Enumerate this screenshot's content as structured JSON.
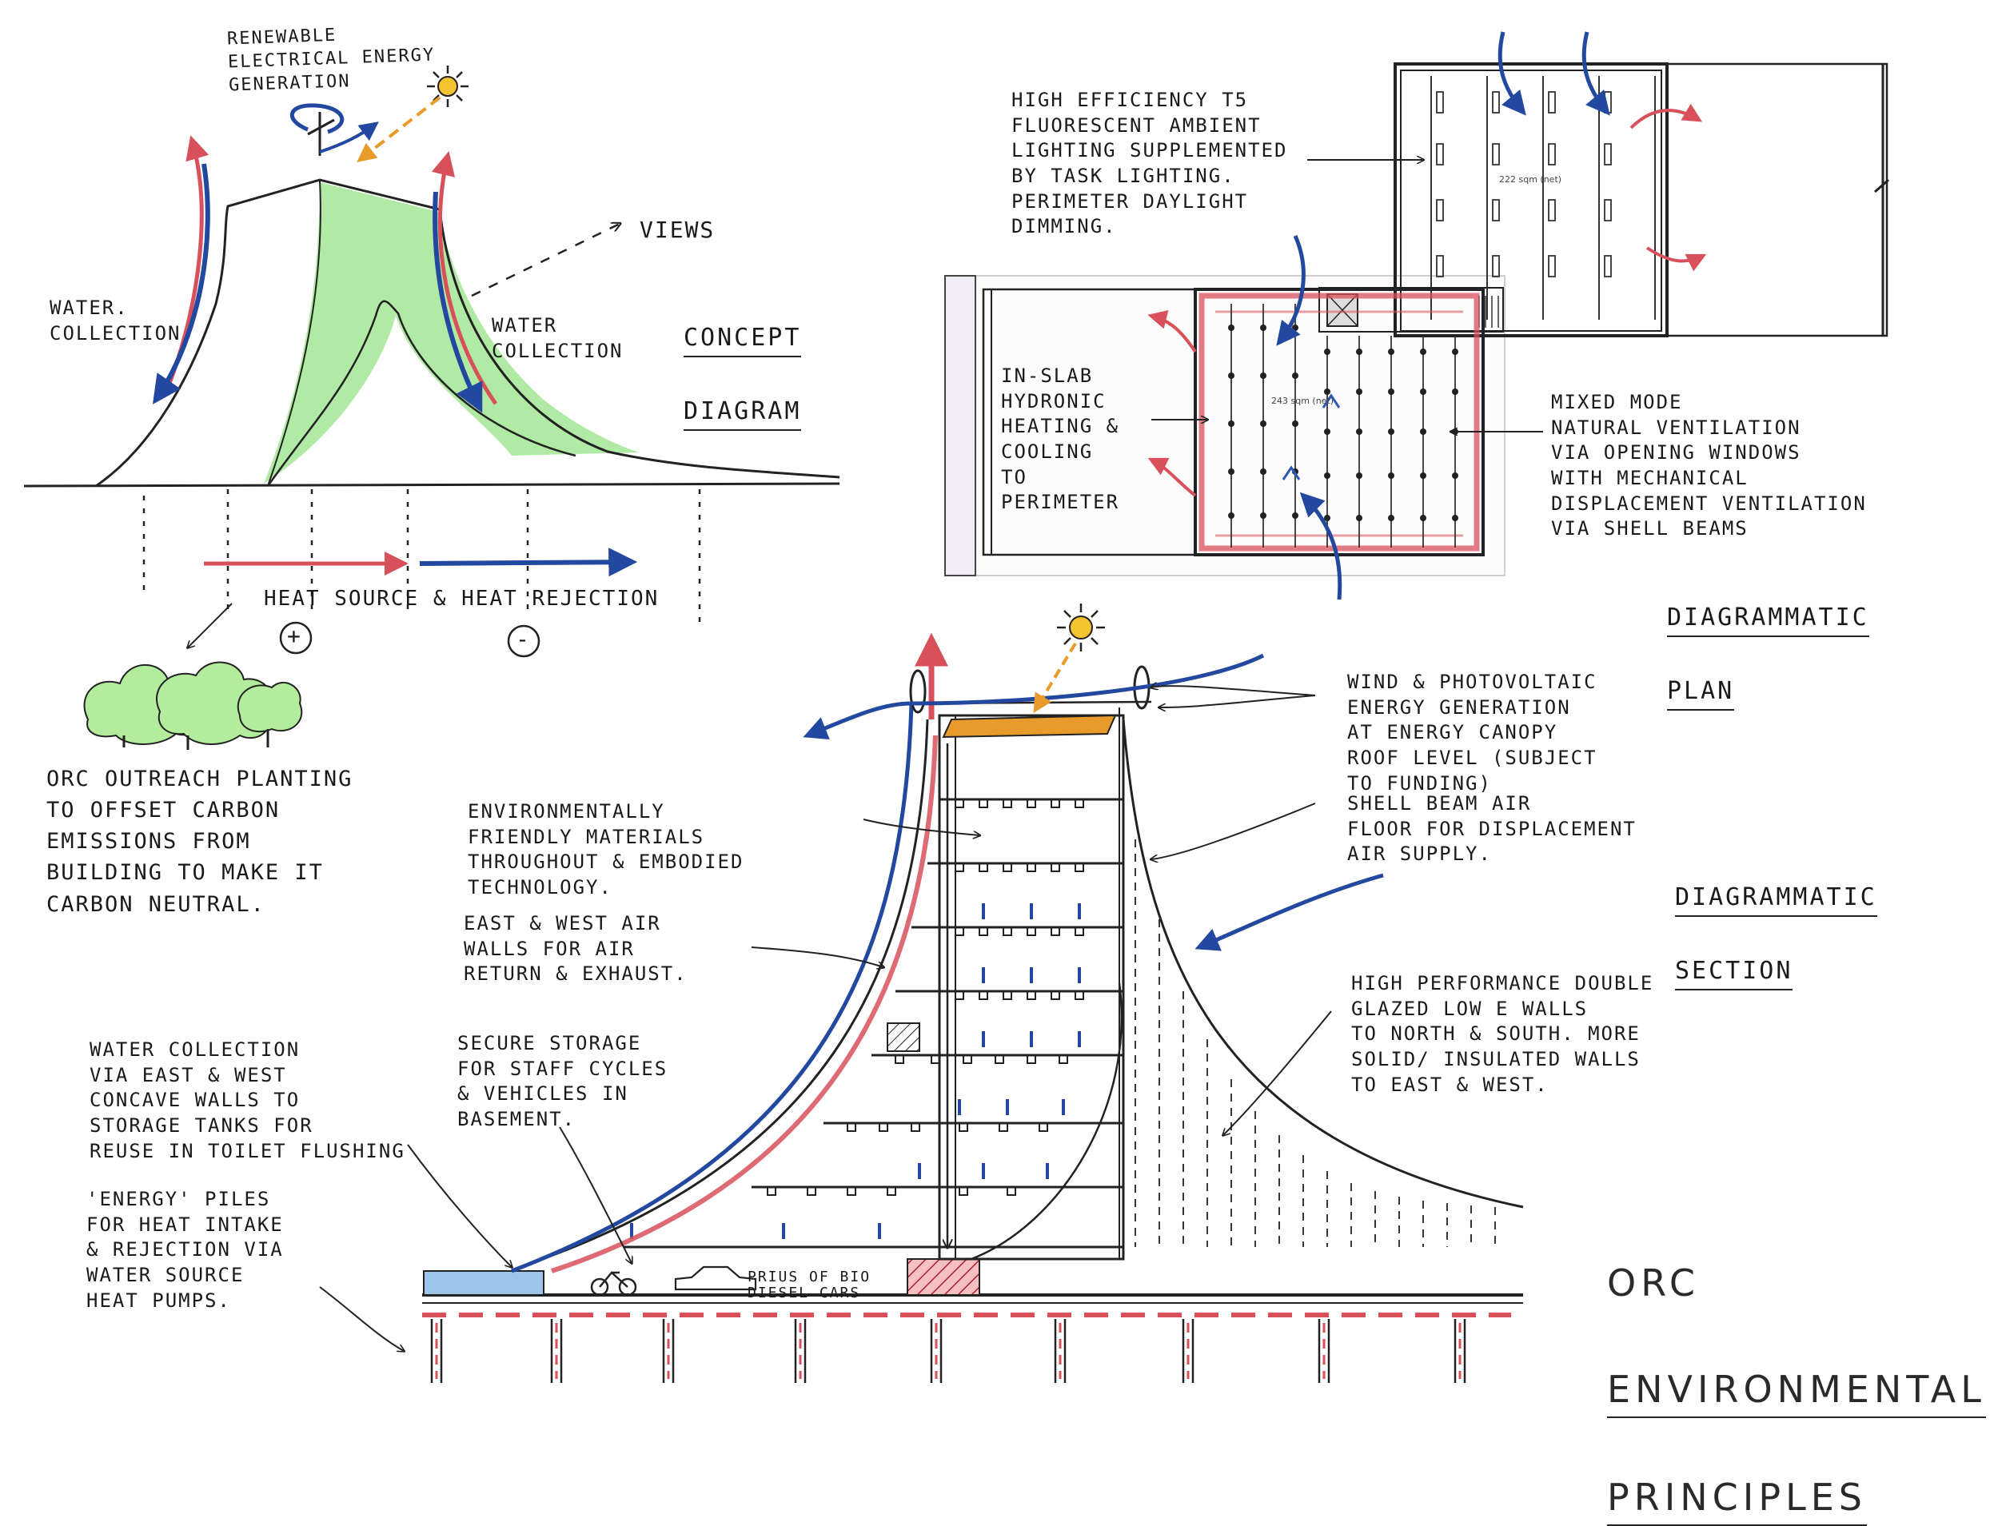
{
  "labels": {
    "renewable": "RENEWABLE\nELECTRICAL ENERGY\nGENERATION",
    "views": "VIEWS",
    "water_left": "WATER.\nCOLLECTION",
    "water_right": "WATER\nCOLLECTION",
    "concept_line1": "CONCEPT",
    "concept_line2": "DIAGRAM",
    "heat": "HEAT SOURCE & HEAT REJECTION",
    "plus": "+",
    "minus": "-",
    "outreach": "ORC OUTREACH PLANTING\nTO OFFSET CARBON\nEMISSIONS FROM\nBUILDING TO MAKE IT\nCARBON NEUTRAL.",
    "lighting": "HIGH EFFICIENCY T5\nFLUORESCENT AMBIENT\nLIGHTING SUPPLEMENTED\nBY TASK LIGHTING.\nPERIMETER DAYLIGHT\nDIMMING.",
    "hydronic": "IN-SLAB\nHYDRONIC\nHEATING &\nCOOLING\nTO\nPERIMETER",
    "mixed_mode": "MIXED MODE\nNATURAL VENTILATION\nVIA OPENING WINDOWS\nWITH MECHANICAL\nDISPLACEMENT VENTILATION\nVIA SHELL BEAMS",
    "plan_line1": "DIAGRAMMATIC",
    "plan_line2": "PLAN",
    "area_upper": "222 sqm (net)",
    "area_lower": "243 sqm (net)",
    "wind_pv": "WIND & PHOTOVOLTAIC\nENERGY GENERATION\nAT ENERGY CANOPY\nROOF LEVEL (SUBJECT\nTO FUNDING)",
    "shell_beam": "SHELL BEAM AIR\nFLOOR FOR DISPLACEMENT\nAIR SUPPLY.",
    "section_line1": "DIAGRAMMATIC",
    "section_line2": "SECTION",
    "materials": "ENVIRONMENTALLY\nFRIENDLY MATERIALS\nTHROUGHOUT & EMBODIED\nTECHNOLOGY.",
    "air_walls": "EAST & WEST AIR\nWALLS FOR AIR\nRETURN & EXHAUST.",
    "glazed": "HIGH PERFORMANCE DOUBLE\nGLAZED LOW E WALLS\nTO NORTH & SOUTH. MORE\nSOLID/ INSULATED WALLS\nTO EAST & WEST.",
    "water_collection": "WATER COLLECTION\nVIA EAST & WEST\nCONCAVE WALLS TO\nSTORAGE TANKS FOR\nREUSE IN TOILET FLUSHING",
    "storage": "SECURE STORAGE\nFOR STAFF CYCLES\n& VEHICLES IN\nBASEMENT.",
    "energy_piles": "'ENERGY' PILES\nFOR HEAT INTAKE\n& REJECTION VIA\nWATER SOURCE\nHEAT PUMPS.",
    "bio_diesel": "PRIUS OF BIO\nDIESEL CARS",
    "title_1": "ORC",
    "title_2": "ENVIRONMENTAL",
    "title_3": "PRINCIPLES"
  },
  "colors": {
    "ink": "#1a1a1a",
    "red": "#d8505a",
    "blue": "#2348a0",
    "green": "#a8e89a",
    "orange": "#e89a2a",
    "pink": "#f0a8b0",
    "light_blue": "#9ec4e8"
  }
}
